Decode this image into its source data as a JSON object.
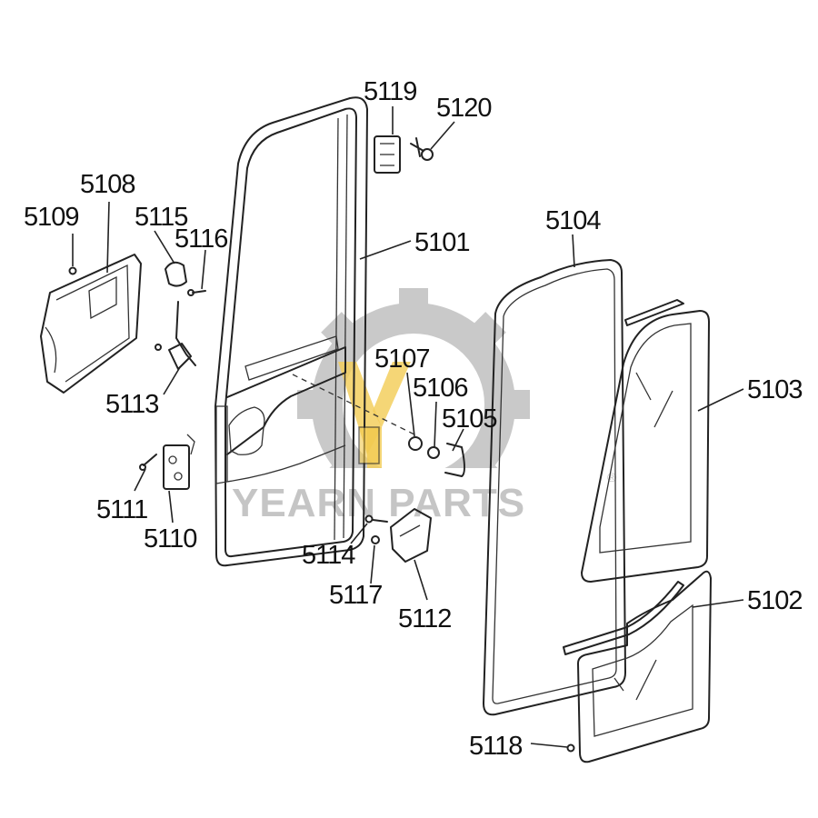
{
  "diagram": {
    "part_numbers": {
      "p5101": "5101",
      "p5102": "5102",
      "p5103": "5103",
      "p5104": "5104",
      "p5105": "5105",
      "p5106": "5106",
      "p5107": "5107",
      "p5108": "5108",
      "p5109": "5109",
      "p5110": "5110",
      "p5111": "5111",
      "p5112": "5112",
      "p5113": "5113",
      "p5114": "5114",
      "p5115": "5115",
      "p5116": "5116",
      "p5117": "5117",
      "p5118": "5118",
      "p5119": "5119",
      "p5120": "5120"
    },
    "watermark": {
      "brand_text": "YEARN PARTS",
      "registered_mark": "®",
      "gear_color": "#bdbdbd",
      "accent_color": "#f2c94c"
    }
  }
}
